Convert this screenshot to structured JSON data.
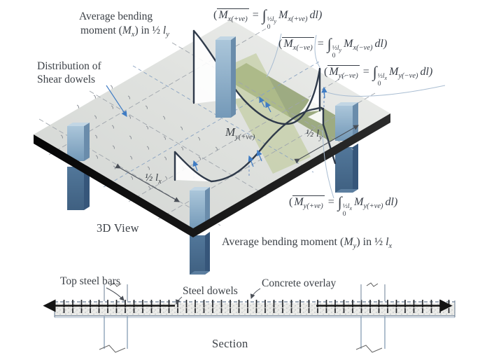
{
  "colors": {
    "accent_blue": "#3f7cc4",
    "column_blue": "#6d8fae",
    "band_green": "#8d9e6d",
    "curve_navy": "#2f3a4a",
    "slab_gray": "#dadcd9",
    "text": "#3c4147"
  },
  "view3d": {
    "caption": "3D View",
    "avg_mx": {
      "line1": "Average bending",
      "pre": "moment (",
      "m": "M",
      "msub": "x",
      "mid": ") in ½ ",
      "l": "l",
      "lsub": "y"
    },
    "distribution": {
      "line1": "Distribution of",
      "line2": "Shear dowels"
    },
    "my_label": {
      "m": "M",
      "sub": "y(+ve)"
    },
    "dim_ly": {
      "text": "½ ",
      "l": "l",
      "sub": "y"
    },
    "dim_lx": {
      "text": "½ ",
      "l": "l",
      "sub": "x"
    },
    "avg_my": {
      "pre": "Average bending moment (",
      "m": "M",
      "msub": "y",
      "mid": ") in ½ ",
      "l": "l",
      "lsub": "x"
    }
  },
  "formulas": {
    "f1": {
      "open": "(",
      "mbar": "M",
      "mbar_sub": "x(+ve)",
      "eq": "=",
      "int": "∫",
      "up": "½",
      "up_l": "l",
      "up_sub": "y",
      "lo": "0",
      "m": "M",
      "m_sub": "x(+ve)",
      "tail": "dl)"
    },
    "f2": {
      "open": "(",
      "mbar": "M",
      "mbar_sub": "x(−ve)",
      "eq": "=",
      "int": "∫",
      "up": "½",
      "up_l": "l",
      "up_sub": "y",
      "lo": "0",
      "m": "M",
      "m_sub": "x(−ve)",
      "tail": "dl)"
    },
    "f3": {
      "open": "(",
      "mbar": "M",
      "mbar_sub": "y(−ve)",
      "eq": "=",
      "int": "∫",
      "up": "½",
      "up_l": "l",
      "up_sub": "x",
      "lo": "0",
      "m": "M",
      "m_sub": "y(−ve)",
      "tail": "dl)"
    },
    "f4": {
      "open": "(",
      "mbar": "M",
      "mbar_sub": "y(+ve)",
      "eq": "=",
      "int": "∫",
      "up": "½",
      "up_l": "l",
      "up_sub": "x",
      "lo": "0",
      "m": "M",
      "m_sub": "y(+ve)",
      "tail": "dl)"
    }
  },
  "section": {
    "caption": "Section",
    "top_steel": "Top steel bars",
    "dowels": "Steel dowels",
    "overlay": "Concrete overlay"
  }
}
